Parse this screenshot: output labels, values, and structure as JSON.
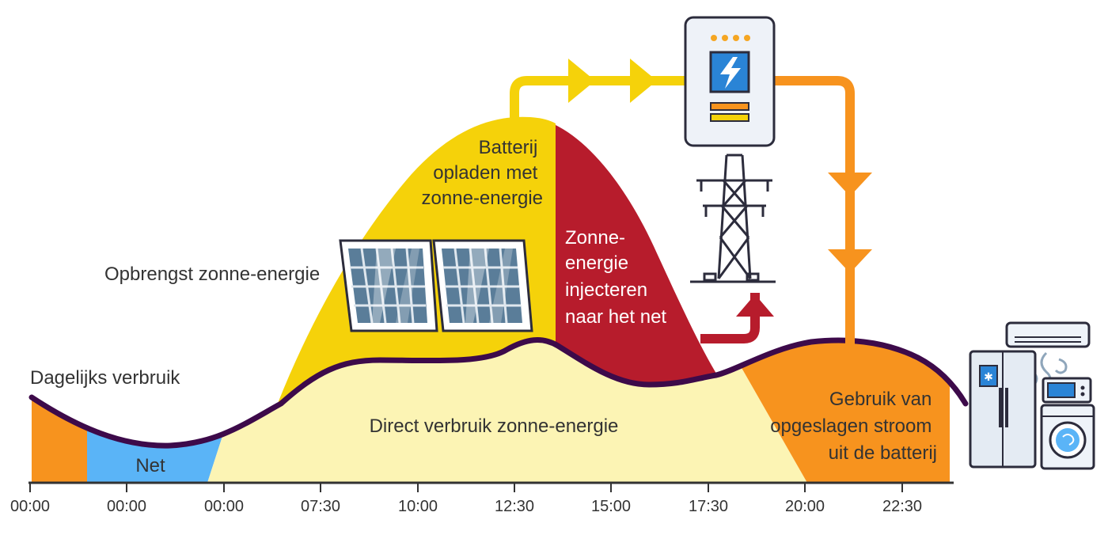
{
  "labels": {
    "yield": "Opbrengst zonne-energie",
    "daily_use": "Dagelijks verbruik",
    "grid": "Net",
    "direct_use": "Direct verbruik zonne-energie",
    "battery_charge": [
      "Batterij",
      "opladen met",
      "zonne-energie"
    ],
    "inject": [
      "Zonne-",
      "energie",
      "injecteren",
      "naar het net"
    ],
    "battery_use": [
      "Gebruik van",
      "opgeslagen stroom",
      "uit de batterij"
    ]
  },
  "axis_ticks": [
    "00:00",
    "00:00",
    "00:00",
    "07:30",
    "10:00",
    "12:30",
    "15:00",
    "17:30",
    "20:00",
    "22:30"
  ],
  "colors": {
    "battery_orange": "#f7931e",
    "grid_blue": "#5ab4f7",
    "direct_light": "#fcf4b4",
    "solar_yellow": "#f5d20a",
    "inject_red": "#b71c2c",
    "consumption_line": "#3d0a4a",
    "axis": "#333333"
  },
  "icons": [
    "solar-panel-icon",
    "battery-icon",
    "power-pylon-icon",
    "appliances-icon"
  ]
}
